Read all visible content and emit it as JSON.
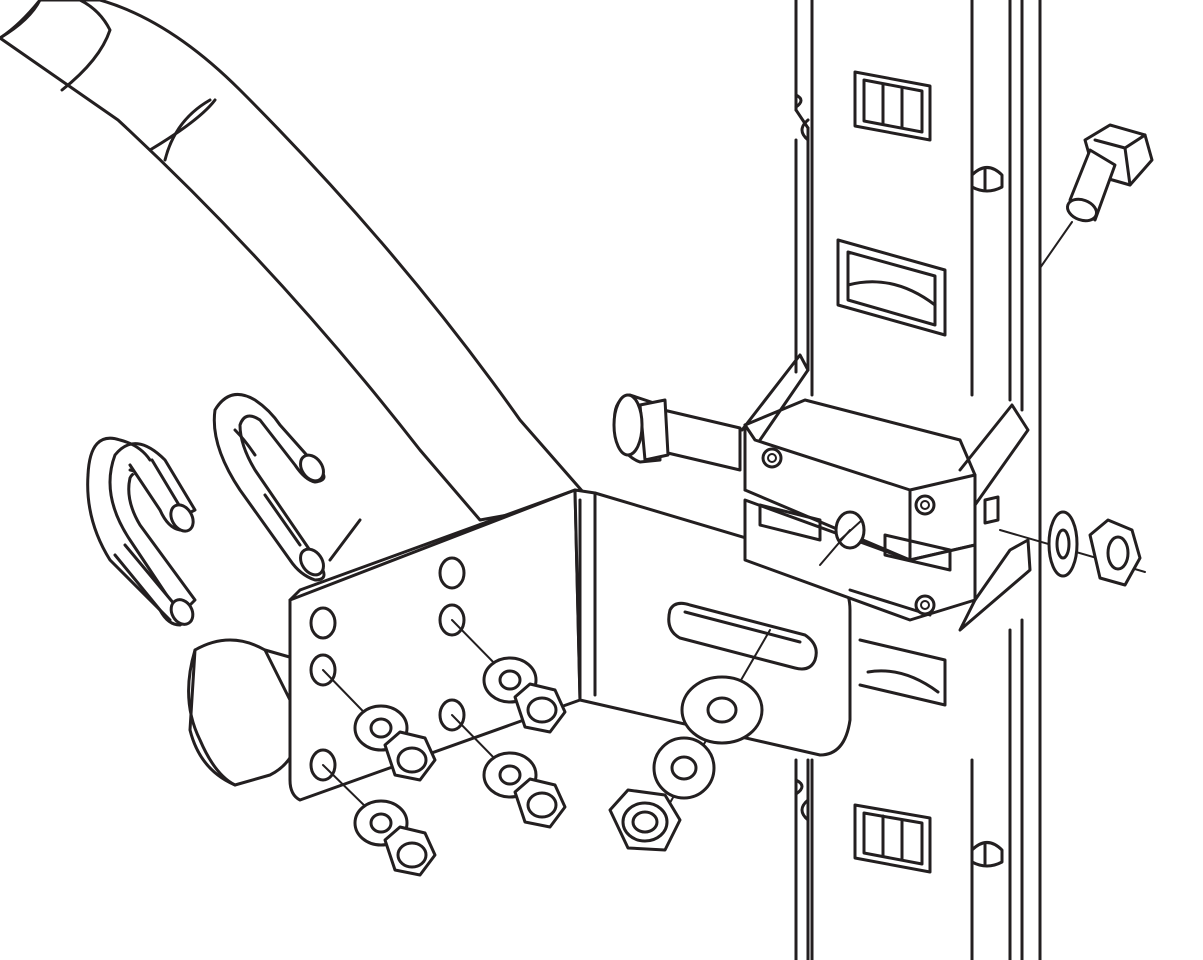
{
  "figure": {
    "kind": "exploded-assembly-line-drawing",
    "line_color": "#231f20",
    "background_color": "#ffffff",
    "parts": {
      "rack_rail": "rack-rail",
      "arm_tube": "tube-arm",
      "mounting_bracket": "l-bracket",
      "u_bolts": "u-bolt",
      "carriage_bolt": "carriage-bolt",
      "hex_bolt": "hex-bolt",
      "nuts": "hex-nut",
      "washers": "flat-washer"
    }
  }
}
